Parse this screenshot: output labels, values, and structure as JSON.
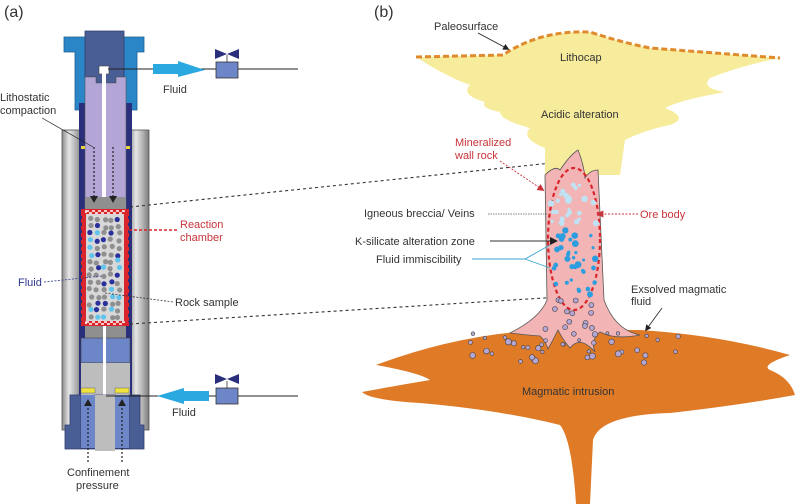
{
  "panels": {
    "a": {
      "label": "(a)",
      "labels": {
        "fluid_in_top": "Fluid",
        "lithostatic_1": "Lithostatic",
        "lithostatic_2": "compaction",
        "reaction_1": "Reaction",
        "reaction_2": "chamber",
        "fluid_left": "Fluid",
        "rock_sample": "Rock sample",
        "fluid_in_bottom": "Fluid",
        "confinement_1": "Confinement",
        "confinement_2": "pressure"
      }
    },
    "b": {
      "label": "(b)",
      "labels": {
        "paleosurface": "Paleosurface",
        "lithocap": "Lithocap",
        "acidic": "Acidic alteration",
        "mineralized_1": "Mineralized",
        "mineralized_2": "wall rock",
        "breccia": "Igneous breccia/ Veins",
        "ore_body": "Ore body",
        "ksilicate": "K-silicate alteration zone",
        "immiscibility": "Fluid immiscibility",
        "exsolved_1": "Exsolved  magmatic",
        "exsolved_2": "fluid",
        "intrusion": "Magmatic intrusion"
      }
    }
  },
  "colors": {
    "cap_blue": "#2b86c8",
    "cap_dark": "#4a5e96",
    "piston_purple": "#b3a6d6",
    "jacket_navy": "#2a2f7c",
    "steel_gray": "#9a9a9a",
    "chamber_red": "#d9252b",
    "sample_gray": "#d8d8d8",
    "lower_blue": "#6d86c8",
    "fluid_arrow": "#2aa9e0",
    "lithocap_yellow": "#f7ec9c",
    "paleosurface_orange": "#e08a2e",
    "stock_pink": "#f2b4b4",
    "intrusion_orange": "#df7a26",
    "bubble_purple": "#b6a6d4",
    "bubble_blue": "#2c9ee0"
  }
}
